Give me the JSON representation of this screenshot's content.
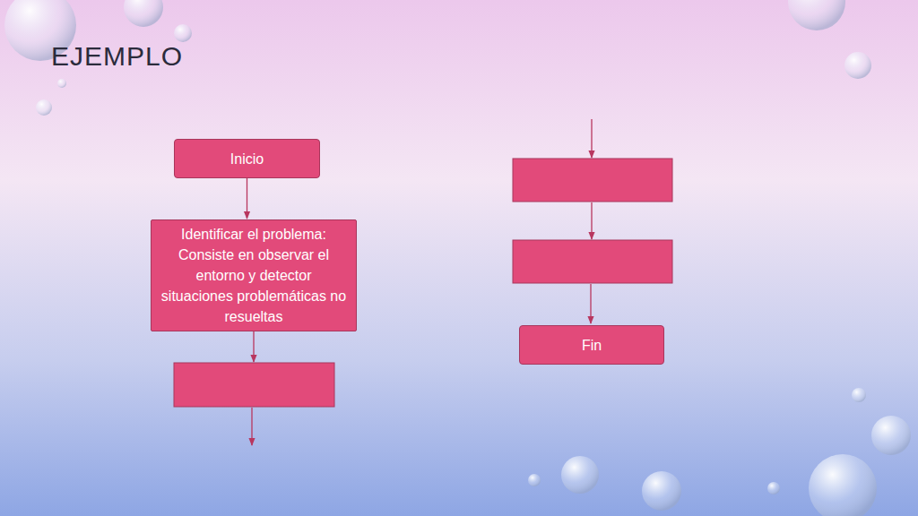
{
  "diagram": {
    "title": "EJEMPLO",
    "nodes": [
      {
        "text": [
          "Inicio"
        ]
      },
      {
        "text": [
          "Identificar el problema: Consiste en observar el entorno y detector situaciones problemáticas no resueltas"
        ]
      },
      {
        "text": [
          "Fin"
        ]
      }
    ],
    "edges": [
      {
        "from": 0,
        "to": 1,
        "arrow": "to"
      }
    ]
  }
}
